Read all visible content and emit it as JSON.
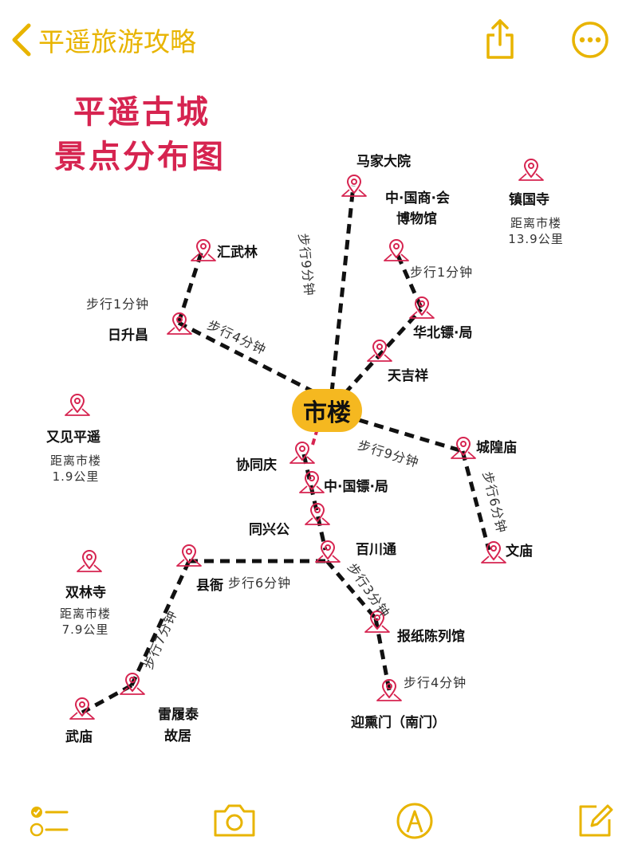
{
  "nav": {
    "back_label": "平遥旅游攻略"
  },
  "header": {
    "title_line1": "平遥古城",
    "title_line2": "景点分布图"
  },
  "center": {
    "label": "市楼"
  },
  "places": {
    "majia": "马家大院",
    "zhongguoshang_1": "中·国商·会",
    "zhongguoshang_2": "博物馆",
    "zhenguosi": "镇国寺",
    "huiwulin": "汇武林",
    "rishengchang": "日升昌",
    "huabei": "华北镖·局",
    "tianjixiang": "天吉祥",
    "youjian": "又见平遥",
    "chenghuang": "城隍庙",
    "xietongqing": "协同庆",
    "zhongguobiao": "中·国镖·局",
    "tongxinggong": "同兴公",
    "baichuantong": "百川通",
    "wenmiao": "文庙",
    "shuanglinsi": "双林寺",
    "xianya": "县衙",
    "baozhi": "报纸陈列馆",
    "leilutai_1": "雷履泰",
    "leilutai_2": "故居",
    "wumiao": "武庙",
    "yingxun": "迎熏门（南门）"
  },
  "distances": {
    "zhenguosi_1": "距离市楼",
    "zhenguosi_2": "13.9公里",
    "youjian_1": "距离市楼",
    "youjian_2": "1.9公里",
    "shuanglinsi_1": "距离市楼",
    "shuanglinsi_2": "7.9公里"
  },
  "walks": {
    "to_majia": "步行9分钟",
    "museum_huabei": "步行1分钟",
    "huiwulin_rishengchang": "步行1分钟",
    "to_rishengchang": "步行4分钟",
    "to_chenghuang": "步行9分钟",
    "chenghuang_wenmiao": "步行6分钟",
    "to_xianya": "步行6分钟",
    "to_baozhi": "步行3分钟",
    "to_wumiao": "步行7分钟",
    "to_yingxun": "步行4分钟"
  },
  "colors": {
    "accent": "#E8B400",
    "title": "#D62450",
    "pin": "#D62450",
    "center": "#F5B820",
    "route": "#111111"
  },
  "icons": {
    "back": "chevron-left-icon",
    "share": "share-icon",
    "more": "more-icon",
    "pin": "location-pin-icon",
    "checklist": "checklist-icon",
    "camera": "camera-icon",
    "markup": "markup-pen-icon",
    "compose": "compose-icon"
  }
}
